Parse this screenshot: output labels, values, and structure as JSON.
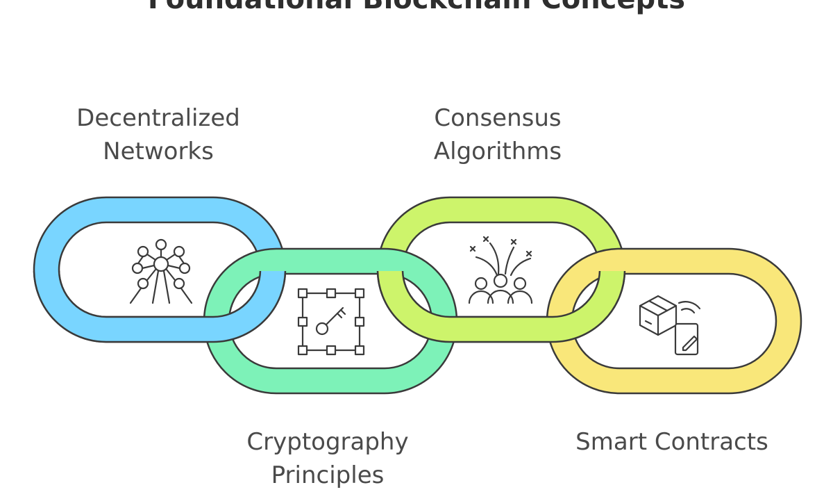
{
  "diagram": {
    "title": "Foundational Blockchain Concepts",
    "links": [
      {
        "label": "Decentralized Networks",
        "label_lines": [
          "Decentralized",
          "Networks"
        ],
        "color": "#79d5ff",
        "icon": "atom-network-icon"
      },
      {
        "label": "Cryptography Principles",
        "label_lines": [
          "Cryptography",
          "Principles"
        ],
        "color": "#7df2b8",
        "icon": "key-circuit-icon"
      },
      {
        "label": "Consensus Algorithms",
        "label_lines": [
          "Consensus",
          "Algorithms"
        ],
        "color": "#cdf46b",
        "icon": "people-voting-icon"
      },
      {
        "label": "Smart Contracts",
        "label_lines": [
          "Smart Contracts"
        ],
        "color": "#f9e77a",
        "icon": "package-tablet-icon"
      }
    ],
    "stroke": "#3a3a3a"
  }
}
